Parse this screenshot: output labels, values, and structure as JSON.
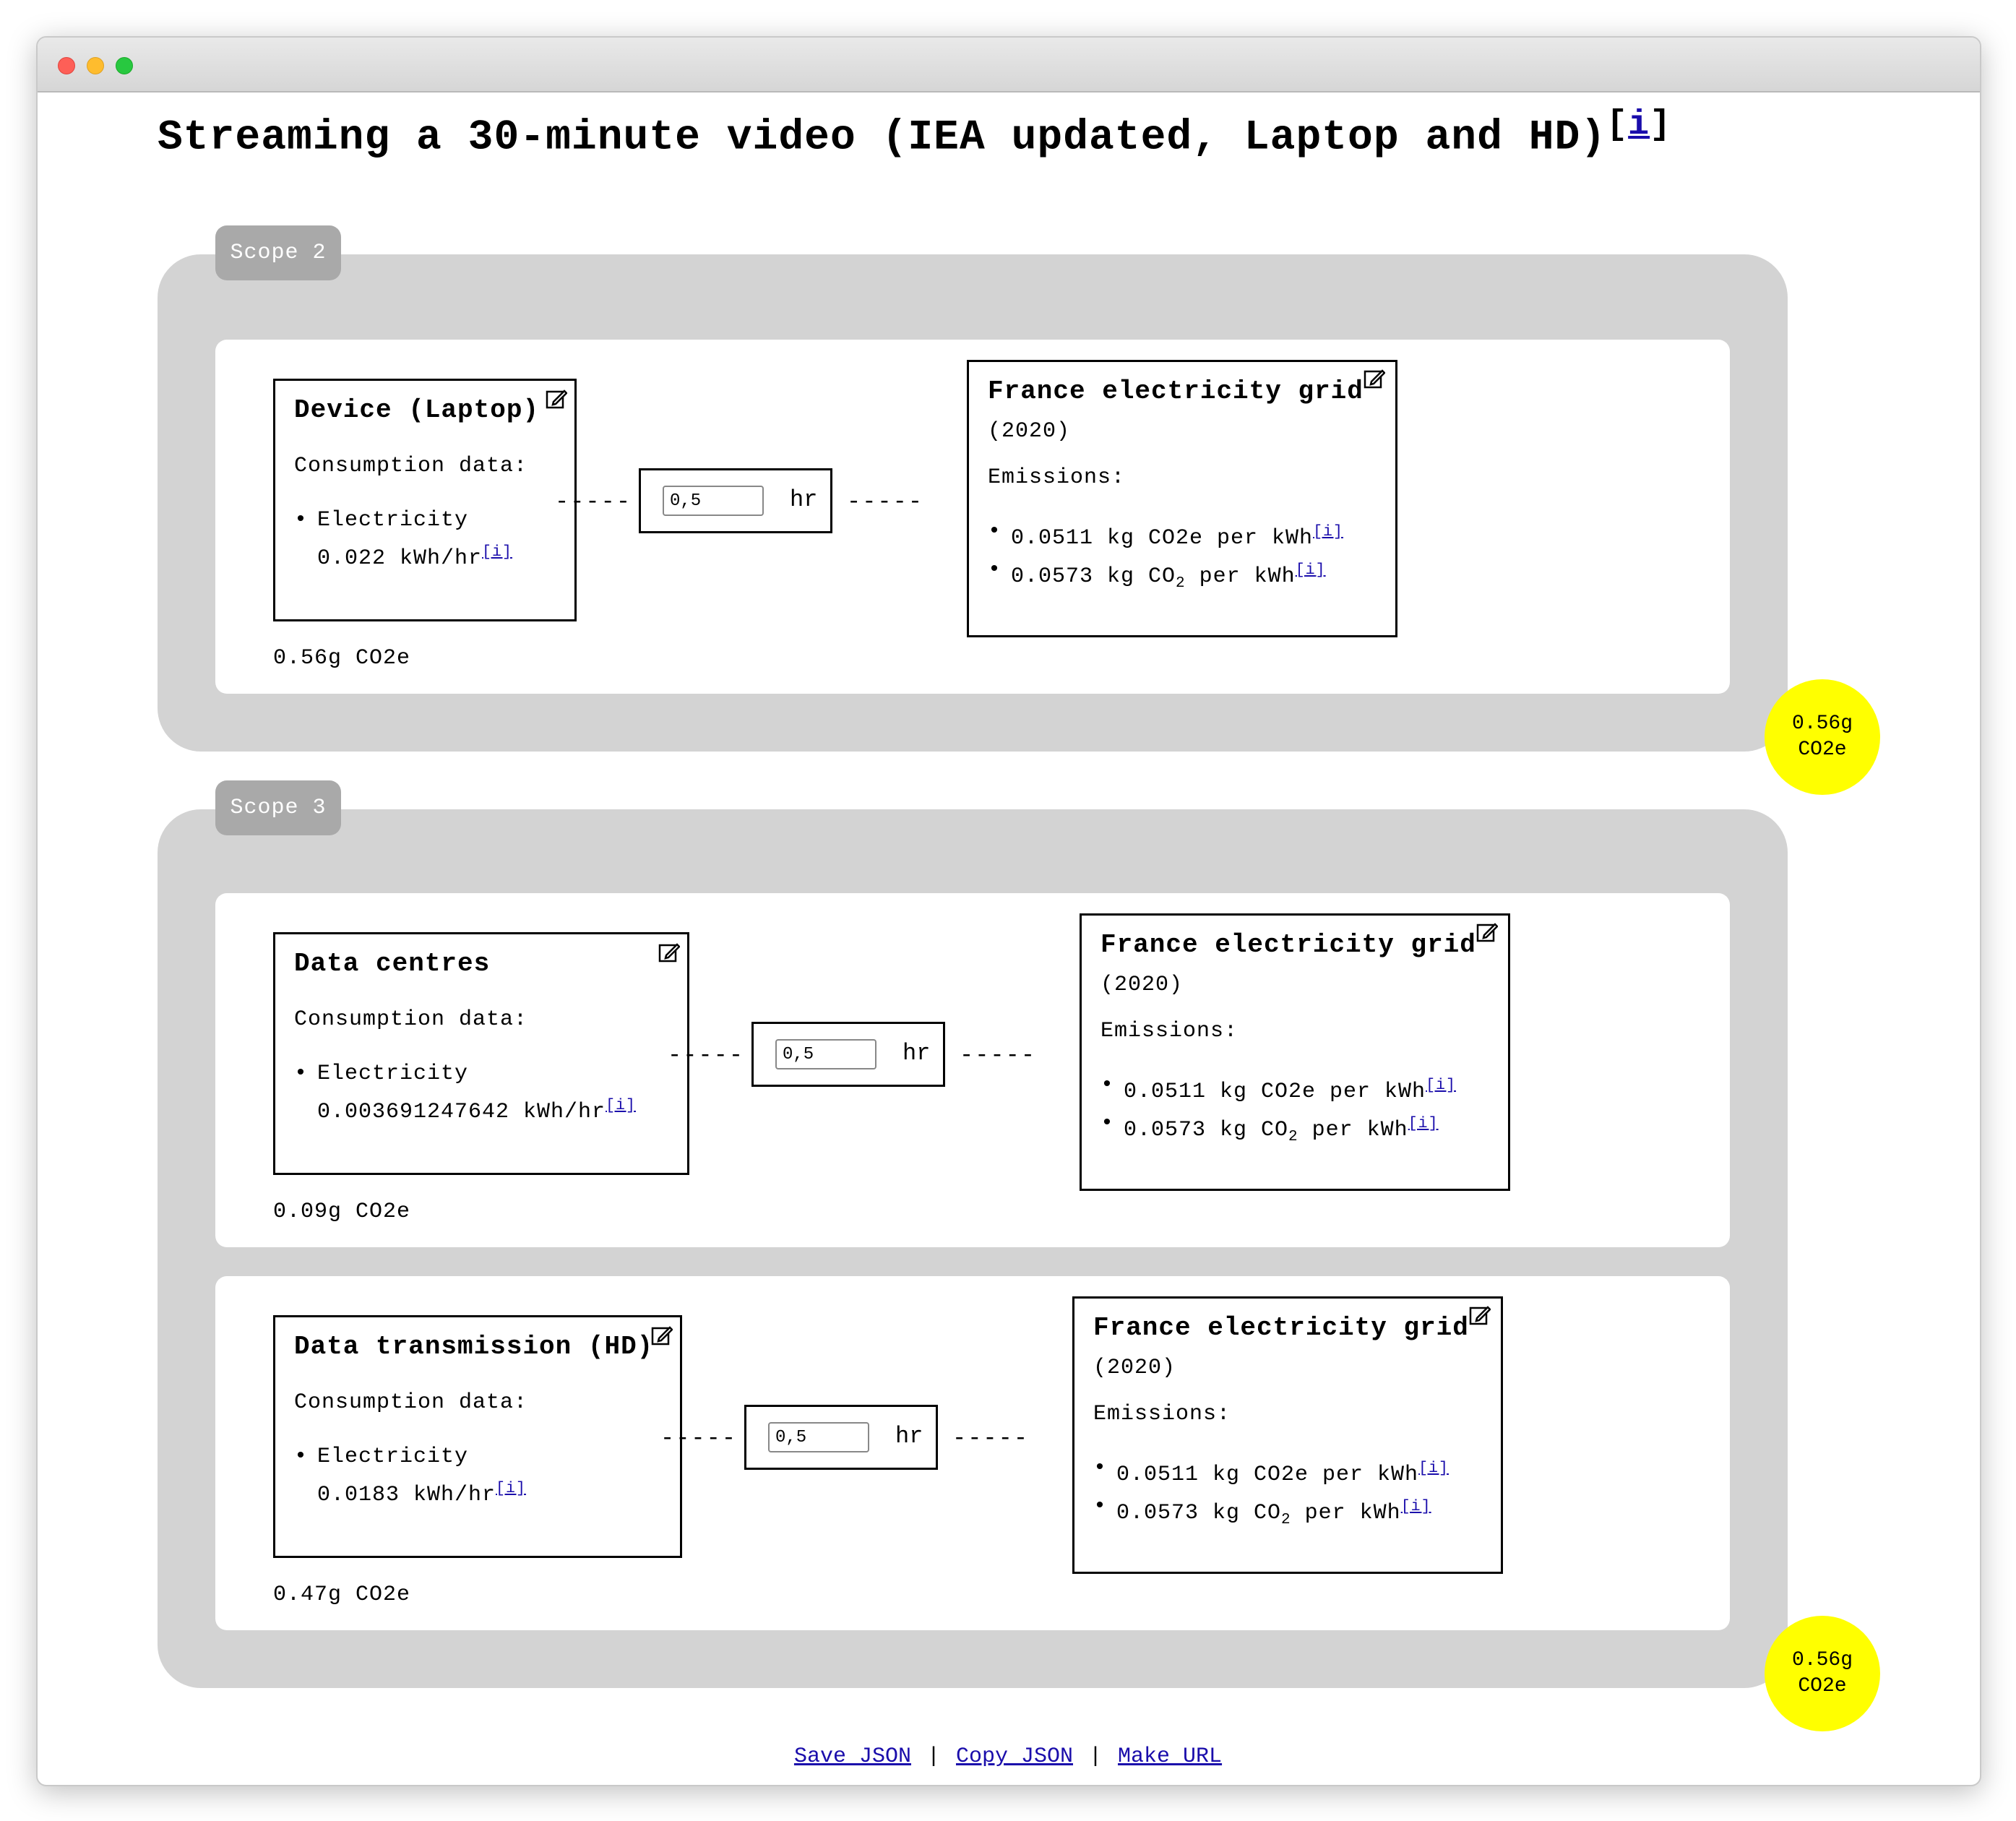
{
  "title": {
    "text": "Streaming a 30-minute video (IEA updated, Laptop and HD)",
    "info_link": "i"
  },
  "scopes": [
    {
      "tag": "Scope 2",
      "total_line1": "0.56g",
      "total_line2": "CO2e",
      "rows": [
        {
          "device": {
            "title": "Device (Laptop)",
            "consumption_label": "Consumption data:",
            "item_name": "Electricity",
            "item_value": "0.022 kWh/hr",
            "info": "i"
          },
          "duration": {
            "value": "0,5",
            "unit": "hr"
          },
          "grid": {
            "title": "France electricity grid",
            "year": "(2020)",
            "emissions_label": "Emissions:",
            "e1": "0.0511 kg CO2e per kWh",
            "e2_prefix": "0.0573 kg CO",
            "e2_sub": "2",
            "e2_suffix": " per kWh",
            "info": "i"
          },
          "result": "0.56g CO2e"
        }
      ]
    },
    {
      "tag": "Scope 3",
      "total_line1": "0.56g",
      "total_line2": "CO2e",
      "rows": [
        {
          "device": {
            "title": "Data centres",
            "consumption_label": "Consumption data:",
            "item_name": "Electricity",
            "item_value": "0.003691247642 kWh/hr",
            "info": "i"
          },
          "duration": {
            "value": "0,5",
            "unit": "hr"
          },
          "grid": {
            "title": "France electricity grid",
            "year": "(2020)",
            "emissions_label": "Emissions:",
            "e1": "0.0511 kg CO2e per kWh",
            "e2_prefix": "0.0573 kg CO",
            "e2_sub": "2",
            "e2_suffix": " per kWh",
            "info": "i"
          },
          "result": "0.09g CO2e"
        },
        {
          "device": {
            "title": "Data transmission (HD)",
            "consumption_label": "Consumption data:",
            "item_name": "Electricity",
            "item_value": "0.0183 kWh/hr",
            "info": "i"
          },
          "duration": {
            "value": "0,5",
            "unit": "hr"
          },
          "grid": {
            "title": "France electricity grid",
            "year": "(2020)",
            "emissions_label": "Emissions:",
            "e1": "0.0511 kg CO2e per kWh",
            "e2_prefix": "0.0573 kg CO",
            "e2_sub": "2",
            "e2_suffix": " per kWh",
            "info": "i"
          },
          "result": "0.47g CO2e"
        }
      ]
    }
  ],
  "connector": "-----",
  "footer": {
    "save_json": "Save JSON",
    "copy_json": "Copy JSON",
    "make_url": "Make URL",
    "separator": "|"
  },
  "colors": {
    "panel": "#d3d3d3",
    "tag": "#a9a9a9",
    "total_circle": "#ffff00",
    "link": "#1a0dab"
  },
  "icons": [
    "edit-icon",
    "info-link"
  ]
}
